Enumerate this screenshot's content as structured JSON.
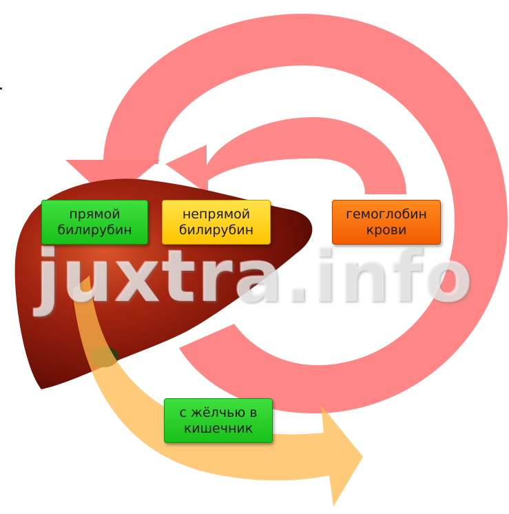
{
  "labels": {
    "direct_bilirubin": "прямой\nбилирубин",
    "indirect_bilirubin": "непрямой\nбилирубин",
    "blood_hemoglobin": "гемоглобин\nкрови",
    "bile_to_intestine": "с жёлчью в\nкишечник"
  },
  "watermark": "juxtra.info",
  "colors": {
    "cycle_arrow": "#ff8080",
    "bile_arrow": "#ffc86e",
    "liver": "#7a1408",
    "direct_label": "#22cc22",
    "indirect_label": "#ffd21a",
    "hemoglobin_label": "#ff7010"
  }
}
